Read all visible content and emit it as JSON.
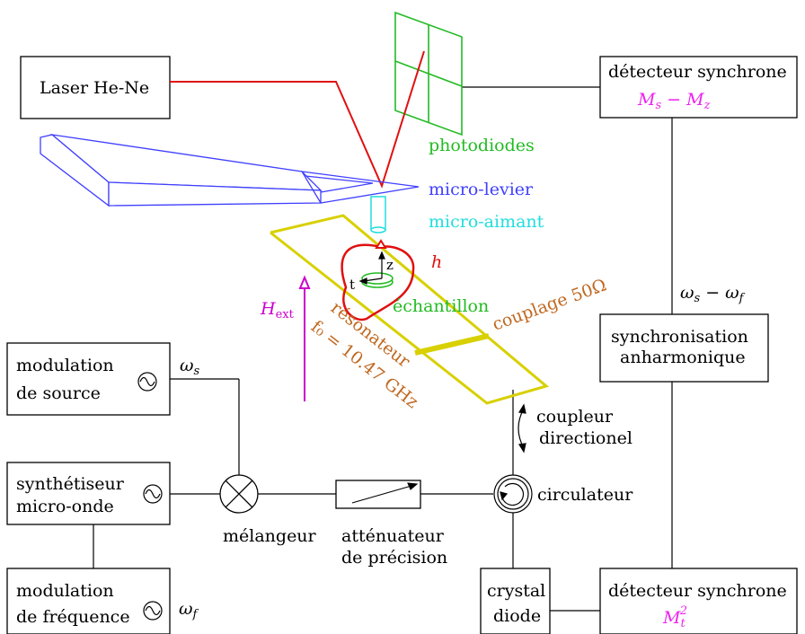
{
  "colors": {
    "line": "#000000",
    "laser": "#e01010",
    "photodiodes": "#22bb22",
    "cantilever": "#4040ff",
    "magnet": "#20dddd",
    "resonator": "#d8d000",
    "field": "#cc00cc",
    "label_orange": "#c06820",
    "sample": "#22bb22",
    "h_loop": "#e01010",
    "detector_text": "#ee22ee"
  },
  "boxes": {
    "laser": {
      "label": "Laser He-Ne"
    },
    "detector_top": {
      "label": "détecteur synchrone",
      "signal": "M_s − M_z",
      "signal_main": "M",
      "signal_sub1": "s",
      "signal_minus": " − M",
      "signal_sub2": "z"
    },
    "sync_anharm": {
      "line1": "synchronisation",
      "line2": "anharmonique"
    },
    "mod_source": {
      "line1": "modulation",
      "line2": "de source"
    },
    "synth": {
      "line1": "synthétiseur",
      "line2": "micro-onde"
    },
    "mod_freq": {
      "line1": "modulation",
      "line2": "de fréquence"
    },
    "crystal": {
      "line1": "crystal",
      "line2": "diode"
    },
    "detector_bottom": {
      "label": "détecteur synchrone",
      "signal_main": "M",
      "signal_sub": "t",
      "signal_sup": "2"
    }
  },
  "labels": {
    "photodiodes": "photodiodes",
    "micro_levier": "micro-levier",
    "micro_aimant": "micro-aimant",
    "h": "h",
    "z_axis": "z",
    "t_axis": "t",
    "echantillon": "échantillon",
    "couplage": "couplage 50Ω",
    "h_ext_main": "H",
    "h_ext_sub": "ext",
    "resonateur": "résonateur",
    "f0": "f₀ = 10.47 GHz",
    "coupleur_1": "coupleur",
    "coupleur_2": "directionel",
    "circulateur": "circulateur",
    "melangeur": "mélangeur",
    "attenuateur_1": "atténuateur",
    "attenuateur_2": "de précision",
    "omega_s_main": "ω",
    "omega_s_sub": "s",
    "omega_f_main": "ω",
    "omega_f_sub": "f",
    "omega_diff": "ω_s − ω_f",
    "omega_diff_a": "ω",
    "omega_diff_a_sub": "s",
    "omega_diff_minus": " − ω",
    "omega_diff_b_sub": "f"
  }
}
